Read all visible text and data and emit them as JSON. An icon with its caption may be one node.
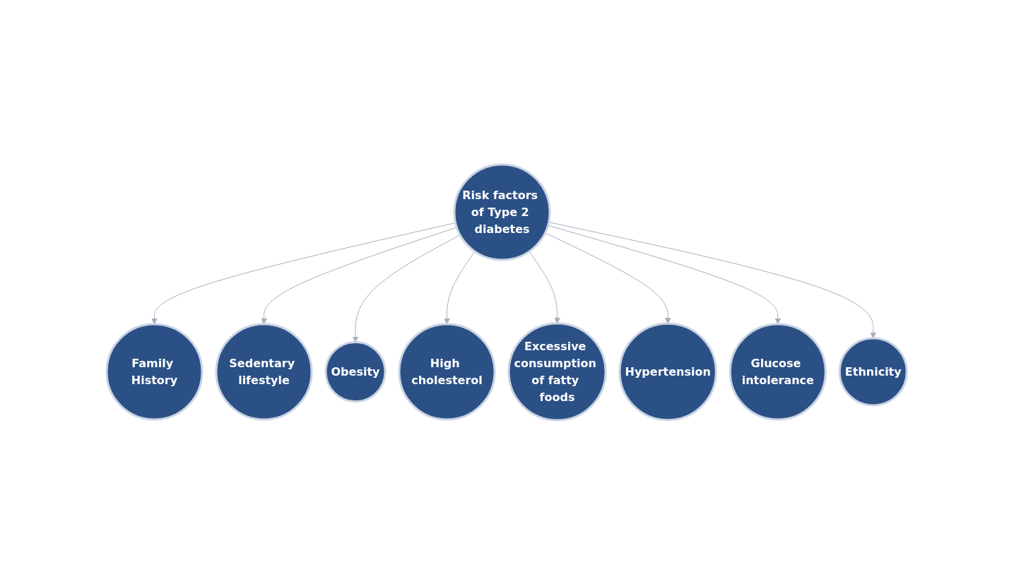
{
  "diagram": {
    "nodes": [
      {
        "text": [
          "Risk factors of Type 2 diabetes"
        ]
      },
      {
        "text": [
          "Family History"
        ]
      },
      {
        "text": [
          "Sedentary lifestyle"
        ]
      },
      {
        "text": [
          "Obesity"
        ]
      },
      {
        "text": [
          "High cholesterol"
        ]
      },
      {
        "text": [
          "Excessive consumption of fatty foods"
        ]
      },
      {
        "text": [
          "Hypertension"
        ]
      },
      {
        "text": [
          "Glucose intolerance"
        ]
      },
      {
        "text": [
          "Ethnicity"
        ]
      }
    ],
    "edges": [
      {
        "from": 0,
        "to": 1,
        "arrow": "to"
      },
      {
        "from": 0,
        "to": 2,
        "arrow": "to"
      },
      {
        "from": 0,
        "to": 3,
        "arrow": "to"
      },
      {
        "from": 0,
        "to": 4,
        "arrow": "to"
      },
      {
        "from": 0,
        "to": 5,
        "arrow": "to"
      },
      {
        "from": 0,
        "to": 6,
        "arrow": "to"
      },
      {
        "from": 0,
        "to": 7,
        "arrow": "to"
      },
      {
        "from": 0,
        "to": 8,
        "arrow": "to"
      }
    ]
  }
}
